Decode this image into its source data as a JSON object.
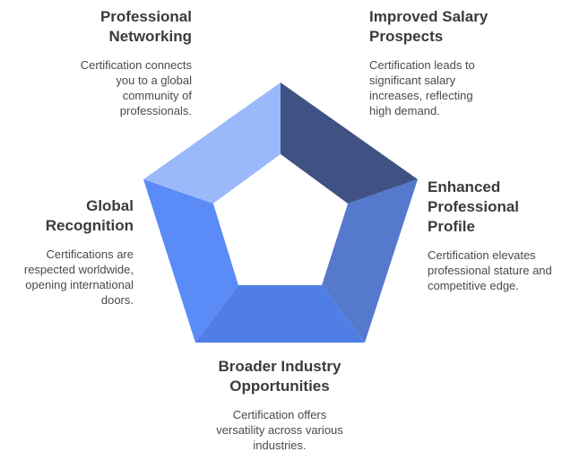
{
  "colors": {
    "networking": "#9ab9fb",
    "salary": "#3f5283",
    "profile": "#5579cd",
    "opportunities": "#4f7fe6",
    "recognition": "#5a8bf6"
  },
  "sections": {
    "networking": {
      "title_line1": "Professional",
      "title_line2": "Networking",
      "desc_lines": [
        "Certification connects",
        "you to a global",
        "community of",
        "professionals."
      ]
    },
    "salary": {
      "title_line1": "Improved Salary",
      "title_line2": "Prospects",
      "desc_lines": [
        "Certification leads to",
        "significant salary",
        "increases, reflecting",
        "high demand."
      ]
    },
    "profile": {
      "title_line1": "Enhanced",
      "title_line2": "Professional",
      "title_line3": "Profile",
      "desc_lines": [
        "Certification elevates",
        "professional stature and",
        "competitive edge."
      ]
    },
    "recognition": {
      "title_line1": "Global",
      "title_line2": "Recognition",
      "desc_lines": [
        "Certifications are",
        "respected worldwide,",
        "opening international",
        "doors."
      ]
    },
    "opportunities": {
      "title_line1": "Broader Industry",
      "title_line2": "Opportunities",
      "desc_lines": [
        "Certification offers",
        "versatility across various",
        "industries."
      ]
    }
  }
}
